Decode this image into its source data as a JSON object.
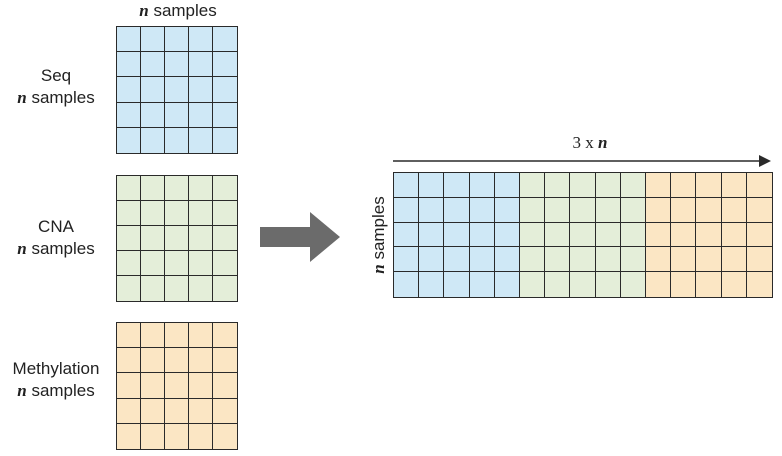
{
  "top_label": {
    "italic": "n",
    "text": " samples"
  },
  "blocks": [
    {
      "name": "Seq",
      "sub_italic": "n",
      "sub_text": " samples",
      "color": "#cfe8f6"
    },
    {
      "name": "CNA",
      "sub_italic": "n",
      "sub_text": " samples",
      "color": "#e4eed9"
    },
    {
      "name": "Methylation",
      "sub_italic": "n",
      "sub_text": " samples",
      "color": "#fbe6c4"
    }
  ],
  "combined": {
    "width_label": {
      "prefix": "3 x ",
      "italic": "n"
    },
    "height_label": {
      "italic": "n",
      "text": " samples"
    }
  },
  "colors": {
    "arrow": "#6b6b6b",
    "line": "#2a2a2a"
  }
}
